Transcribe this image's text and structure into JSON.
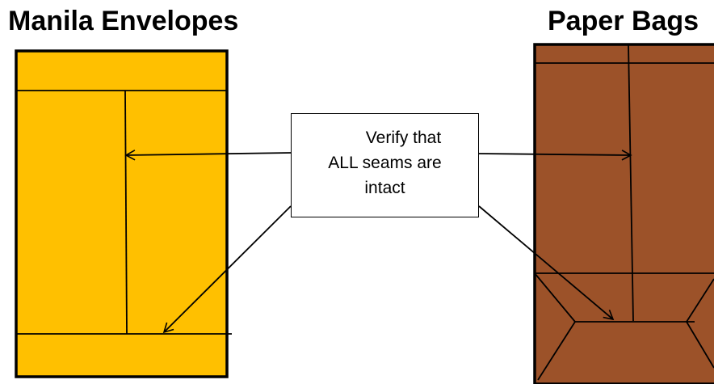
{
  "titles": {
    "left": "Manila Envelopes",
    "right": "Paper Bags"
  },
  "callout": {
    "line1": "Verify that",
    "line2": "ALL seams are",
    "line3": "intact"
  },
  "colors": {
    "envelope_fill": "#FFC000",
    "bag_fill": "#9C5229",
    "line": "#000000",
    "callout_background": "#FFFFFF"
  }
}
